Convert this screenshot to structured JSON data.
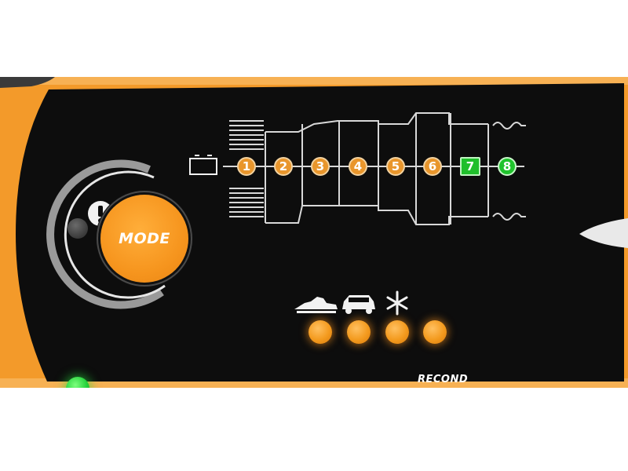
{
  "device": {
    "mode_button_label": "MODE",
    "recond_label": "RECOND",
    "step_numbers": [
      "1",
      "2",
      "3",
      "4",
      "5",
      "6",
      "7",
      "8"
    ],
    "icons": {
      "warning": "exclamation-icon",
      "power": "power-icon",
      "battery": "battery-icon",
      "snowmobile": "snowmobile-icon",
      "car": "car-icon",
      "snowflake": "snowflake-icon"
    },
    "leds": {
      "warning": "off",
      "power": "on",
      "step_7": "active",
      "step_8": "active",
      "snowmobile": "on",
      "car": "on",
      "snowflake": "on",
      "recond": "on"
    },
    "colors": {
      "body_orange": "#f39a2a",
      "panel_black": "#0d0d0d",
      "step_orange": "#e9962c",
      "step_green": "#1fc32c",
      "power_green": "#23d13a"
    }
  }
}
